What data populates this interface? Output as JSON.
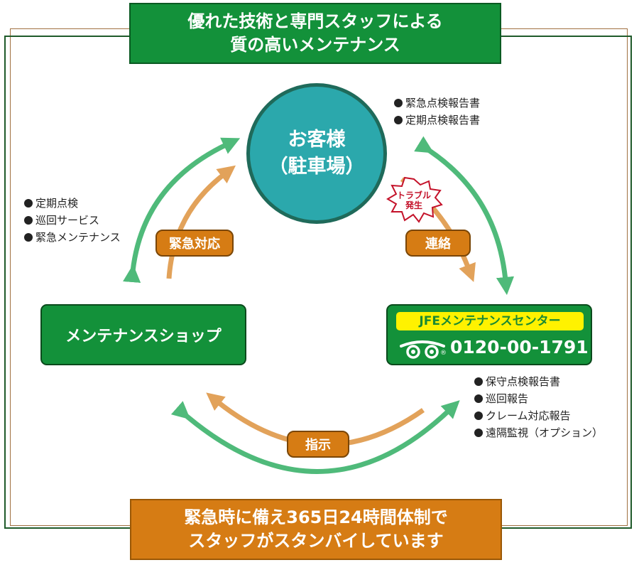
{
  "header": {
    "line1": "優れた技術と専門スタッフによる",
    "line2": "質の高いメンテナンス"
  },
  "footer": {
    "line1": "緊急時に備え365日24時間体制で",
    "line2": "スタッフがスタンバイしています"
  },
  "customer": {
    "line1": "お客様",
    "line2": "（駐車場）"
  },
  "shop": {
    "label": "メンテナンスショップ"
  },
  "center": {
    "name": "JFEメンテナンスセンター",
    "phone": "0120-00-1791",
    "registered_mark": "®",
    "icon": "free-dial-icon"
  },
  "labels": {
    "emergency": "緊急対応",
    "contact": "連絡",
    "instruction": "指示",
    "trouble_line1": "トラブル",
    "trouble_line2": "発生"
  },
  "shop_services": [
    "定期点検",
    "巡回サービス",
    "緊急メンテナンス"
  ],
  "customer_reports": [
    "緊急点検報告書",
    "定期点検報告書"
  ],
  "center_reports": [
    "保守点検報告書",
    "巡回報告",
    "クレーム対応報告",
    "遠隔監視（オプション）"
  ],
  "colors": {
    "green": "#13913a",
    "dark_green": "#0a4a1c",
    "teal": "#2ba8ac",
    "orange": "#d67c14",
    "arrow_green": "#4fba7a",
    "arrow_orange": "#e2a25a",
    "yellow": "#fff200",
    "trouble_red": "#c4122a"
  }
}
